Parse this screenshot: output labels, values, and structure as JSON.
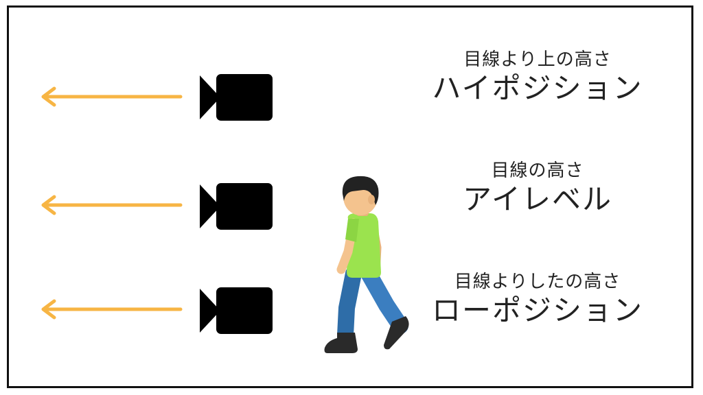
{
  "rows": [
    {
      "caption": "目線より上の高さ",
      "name": "ハイポジション"
    },
    {
      "caption": "目線の高さ",
      "name": "アイレベル"
    },
    {
      "caption": "目線よりしたの高さ",
      "name": "ローポジション"
    }
  ],
  "icons": {
    "arrow": "arrow-left-icon",
    "camera": "video-camera-icon",
    "person": "walking-person-icon"
  },
  "colors": {
    "arrow": "#F7B544",
    "camera": "#000000",
    "frame": "#111111",
    "shirt": "#9BE34E",
    "pants": "#3B7EC0",
    "skin": "#F4C38E",
    "hair": "#222222"
  }
}
